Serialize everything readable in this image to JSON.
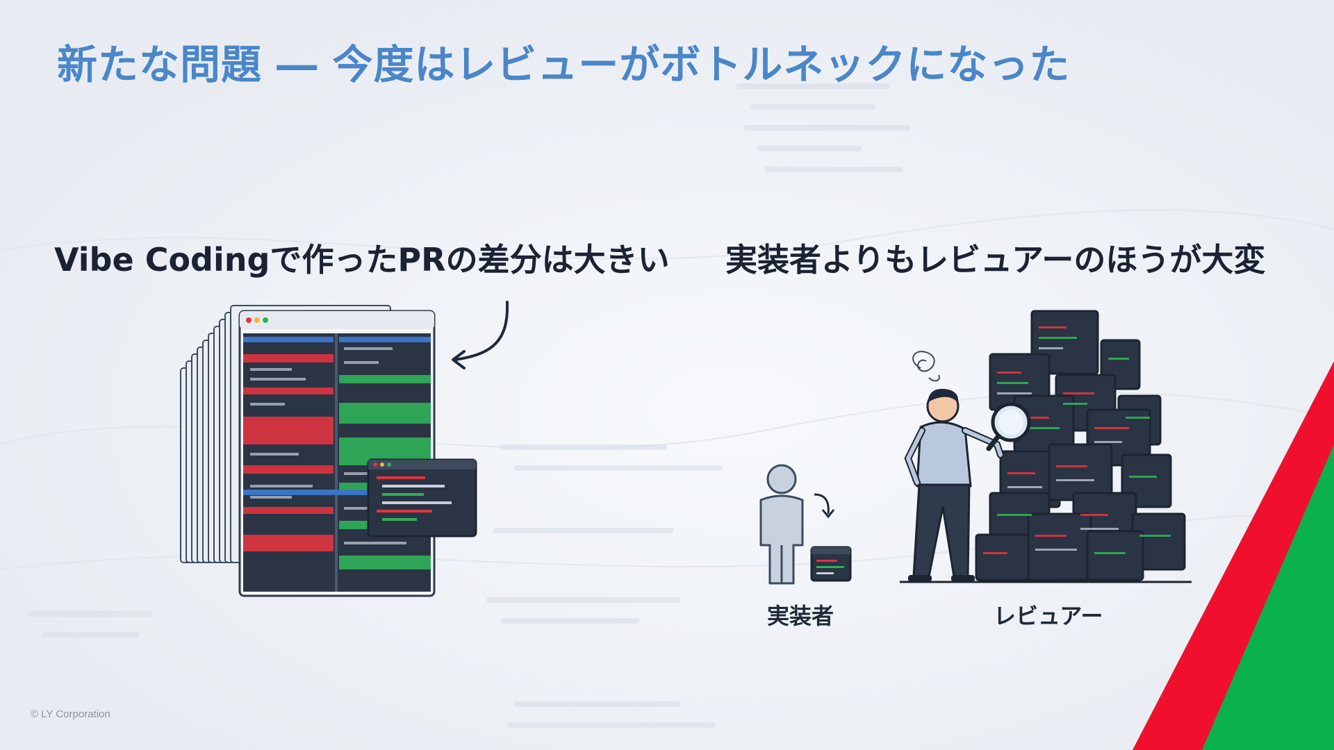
{
  "slide": {
    "title": "新たな問題 ― 今度はレビューがボトルネックになった",
    "left_heading": "Vibe Codingで作ったPRの差分は大きい",
    "right_heading": "実装者よりもレビュアーのほうが大変",
    "implementer_label": "実装者",
    "reviewer_label": "レビュアー",
    "copyright": "© LY Corporation"
  },
  "colors": {
    "title": "#4a86c8",
    "heading": "#1a2233",
    "diff_removed": "#e0353f",
    "diff_added": "#2fb159",
    "brand_red": "#f0102d",
    "brand_green": "#0bb14a"
  }
}
